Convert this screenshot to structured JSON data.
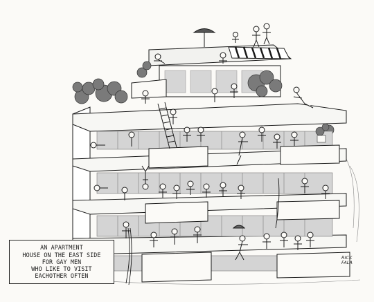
{
  "caption": {
    "lines": [
      "AN APARTMENT",
      "HOUSE ON THE EAST SIDE",
      "FOR GAY MEN",
      "WHO LIKE TO VISIT",
      "EACHOTHER OFTEN"
    ]
  },
  "signature": {
    "lines": [
      "RICK",
      "FALA"
    ]
  },
  "colors": {
    "ink": "#1a1a1a",
    "paper": "#fbfaf7",
    "shadow": "#b9b9b9",
    "glass": "#cfcfcf"
  }
}
